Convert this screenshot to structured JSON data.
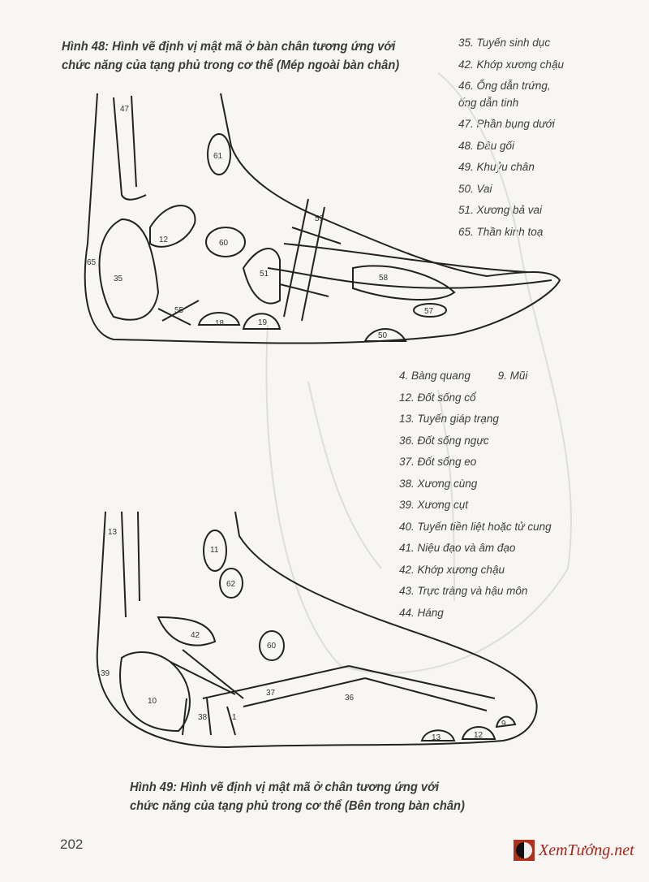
{
  "figure48": {
    "caption_line1": "Hình 48: Hình vẽ định vị mật mã ở bàn chân tương ứng với",
    "caption_line2": "chức năng của tạng phủ trong cơ thể (Mép ngoài bàn chân)",
    "legend": [
      "35. Tuyến sinh dục",
      "42. Khớp xương chậu",
      "46. Ống dẫn trứng,",
      "ống dẫn tinh",
      "47. Phần bụng dưới",
      "48. Đầu gối",
      "49. Khuỷu chân",
      "50. Vai",
      "51. Xương bả vai",
      "65. Thần kinh toạ"
    ],
    "zone_labels": [
      "47",
      "61",
      "12",
      "60",
      "59",
      "65",
      "35",
      "51",
      "58",
      "57",
      "18",
      "19",
      "50",
      "55"
    ]
  },
  "figure49": {
    "caption_line1": "Hình 49: Hình vẽ định vị mật mã ở chân tương ứng với",
    "caption_line2": "chức năng của tạng phủ trong cơ thể (Bên trong bàn chân)",
    "legend": [
      "4. Bàng quang",
      "9. Mũi",
      "12. Đốt sống cổ",
      "13. Tuyến giáp trạng",
      "36. Đốt sống ngực",
      "37. Đốt sống eo",
      "38. Xương cùng",
      "39. Xương cụt",
      "40. Tuyến tiền liệt hoặc tử cung",
      "41. Niệu đạo và âm đạo",
      "42. Khớp xương chậu",
      "43. Trực tràng và hậu môn",
      "44. Háng"
    ],
    "zone_labels": [
      "13",
      "11",
      "62",
      "42",
      "60",
      "39",
      "10",
      "37",
      "36",
      "38",
      "1",
      "13",
      "12",
      "9"
    ]
  },
  "page_number": "202",
  "watermark": {
    "text": "XemTướng.net",
    "color": "#a8231a"
  }
}
